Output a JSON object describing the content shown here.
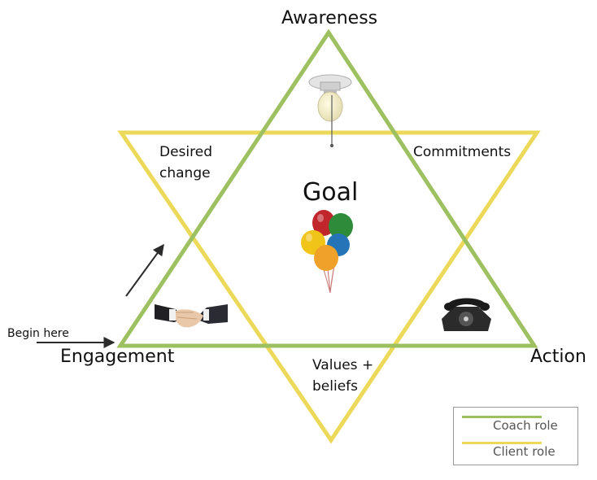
{
  "colors": {
    "coach": "#9dc061",
    "client": "#ecd95a",
    "arrow": "#2b2b2b"
  },
  "vertices": {
    "top": "Awareness",
    "left": "Engagement",
    "right": "Action"
  },
  "regions": {
    "upper_left": [
      "Desired",
      "change"
    ],
    "upper_right": "Commitments",
    "bottom": [
      "Values +",
      "beliefs"
    ],
    "center": "Goal"
  },
  "start_label": "Begin here",
  "icons": {
    "top": "lightbulb-icon",
    "center": "balloons-icon",
    "left": "handshake-icon",
    "right": "telephone-icon"
  },
  "legend": [
    {
      "label": "Coach role",
      "color": "#9dc061"
    },
    {
      "label": "Client role",
      "color": "#ecd95a"
    }
  ]
}
